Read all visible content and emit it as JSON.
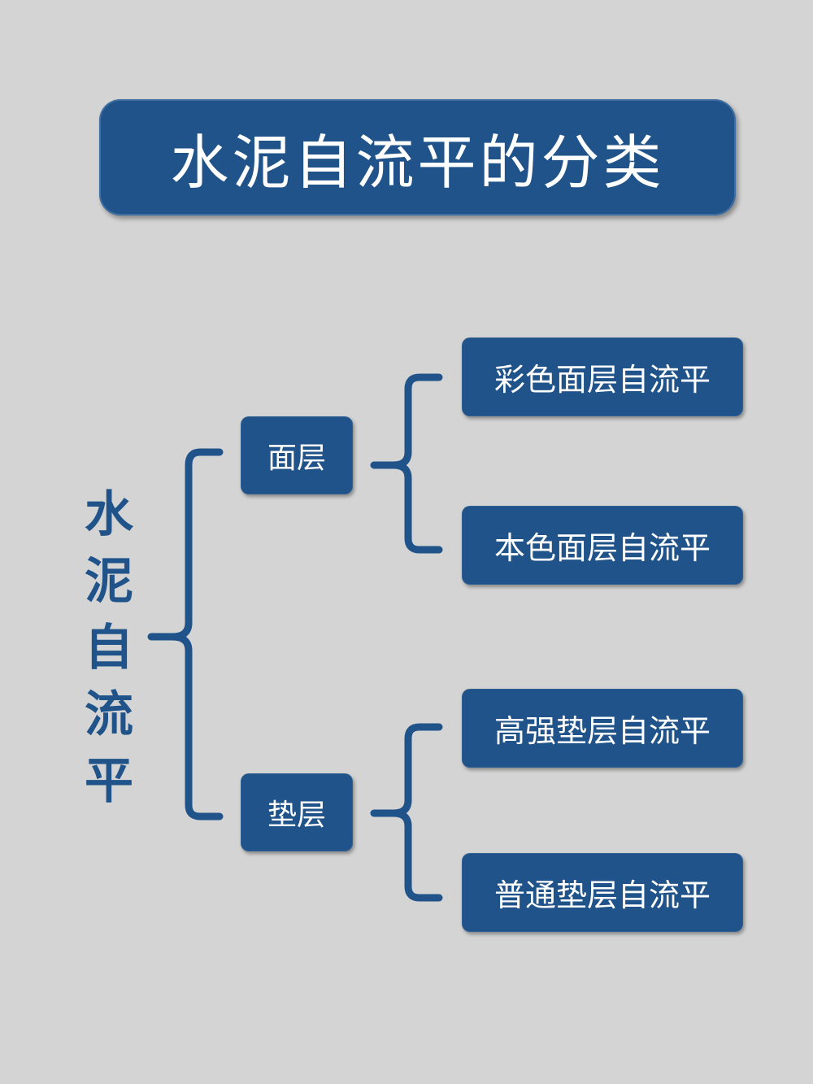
{
  "title": "水泥自流平的分类",
  "root": {
    "label": "水泥自流平",
    "chars": [
      "水",
      "泥",
      "自",
      "流",
      "平"
    ]
  },
  "branches": [
    {
      "label": "面层",
      "children": [
        "彩色面层自流平",
        "本色面层自流平"
      ]
    },
    {
      "label": "垫层",
      "children": [
        "高强垫层自流平",
        "普通垫层自流平"
      ]
    }
  ],
  "colors": {
    "background": "#d4d4d4",
    "box": "#1f5389",
    "text_on_box": "#ffffff",
    "root_text": "#1f5389"
  }
}
